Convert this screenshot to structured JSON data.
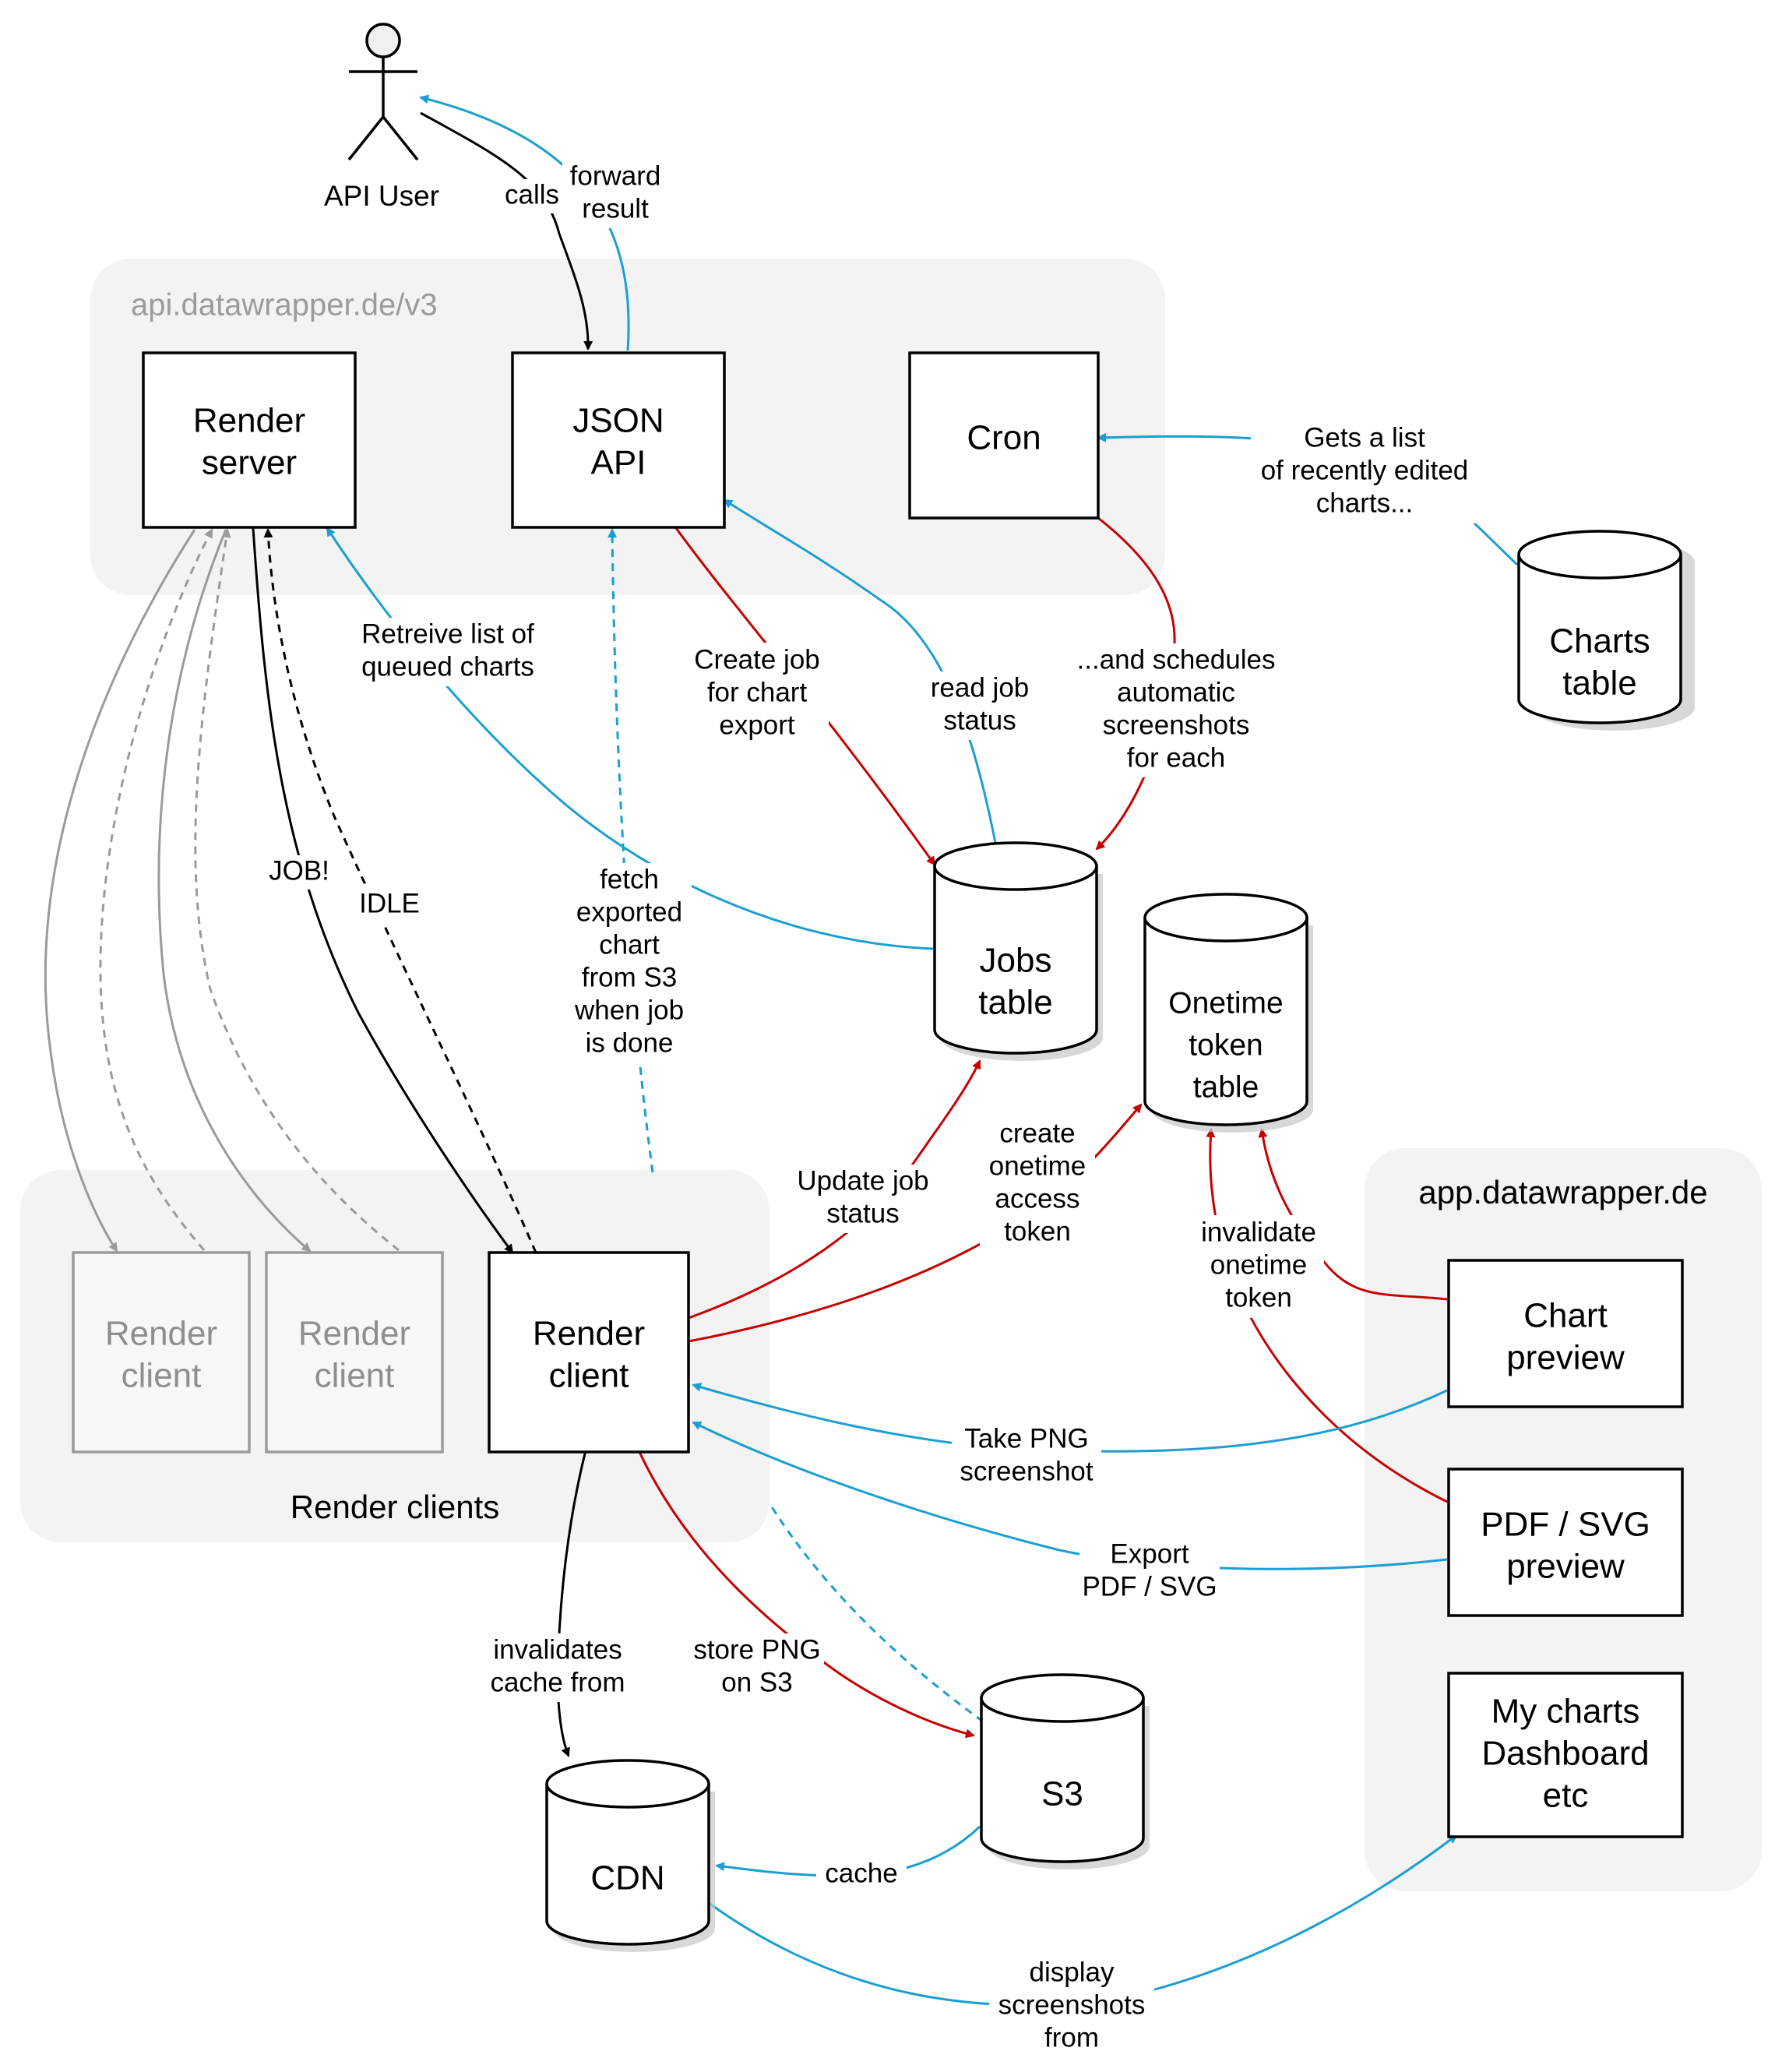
{
  "groups": {
    "api": "api.datawrapper.de/v3",
    "clients": "Render clients",
    "app": "app.datawrapper.de"
  },
  "actor": {
    "label": "API User"
  },
  "boxes": {
    "render_server": [
      "Render",
      "server"
    ],
    "json_api": [
      "JSON",
      "API"
    ],
    "cron": [
      "Cron"
    ],
    "render_client_faded_1": [
      "Render",
      "client"
    ],
    "render_client_faded_2": [
      "Render",
      "client"
    ],
    "render_client": [
      "Render",
      "client"
    ],
    "chart_preview": [
      "Chart",
      "preview"
    ],
    "pdf_svg_preview": [
      "PDF / SVG",
      "preview"
    ],
    "my_charts": [
      "My charts",
      "Dashboard",
      "etc"
    ]
  },
  "databases": {
    "charts_table": [
      "Charts",
      "table"
    ],
    "jobs_table": [
      "Jobs",
      "table"
    ],
    "onetime_token_table": [
      "Onetime",
      "token",
      "table"
    ],
    "s3": [
      "S3"
    ],
    "cdn": [
      "CDN"
    ]
  },
  "edge_labels": {
    "calls": [
      "calls"
    ],
    "forward_result": [
      "forward",
      "result"
    ],
    "gets_list": [
      "Gets a list",
      "of recently edited",
      "charts..."
    ],
    "retrieve_list": [
      "Retreive list of",
      "queued charts"
    ],
    "create_job": [
      "Create job",
      "for chart",
      "export"
    ],
    "read_job_status": [
      "read job",
      "status"
    ],
    "schedules": [
      "...and schedules",
      "automatic",
      "screenshots",
      "for each"
    ],
    "job": [
      "JOB!"
    ],
    "idle": [
      "IDLE"
    ],
    "fetch_exported": [
      "fetch",
      "exported",
      "chart",
      "from S3",
      "when job",
      "is done"
    ],
    "update_job_status": [
      "Update job",
      "status"
    ],
    "create_onetime": [
      "create",
      "onetime",
      "access",
      "token"
    ],
    "invalidate_onetime": [
      "invalidate",
      "onetime",
      "token"
    ],
    "take_png": [
      "Take PNG",
      "screenshot"
    ],
    "export_pdf": [
      "Export",
      "PDF / SVG"
    ],
    "invalidates_cache": [
      "invalidates",
      "cache from"
    ],
    "store_png": [
      "store PNG",
      "on S3"
    ],
    "cache": [
      "cache"
    ],
    "display_screenshots": [
      "display",
      "screenshots",
      "from"
    ]
  },
  "colors": {
    "blue_edge": "#1a9fd0",
    "red_edge": "#c80000",
    "black_edge": "#000000",
    "gray_edge": "#9a9a9a",
    "group_bg": "#f3f3f3"
  }
}
